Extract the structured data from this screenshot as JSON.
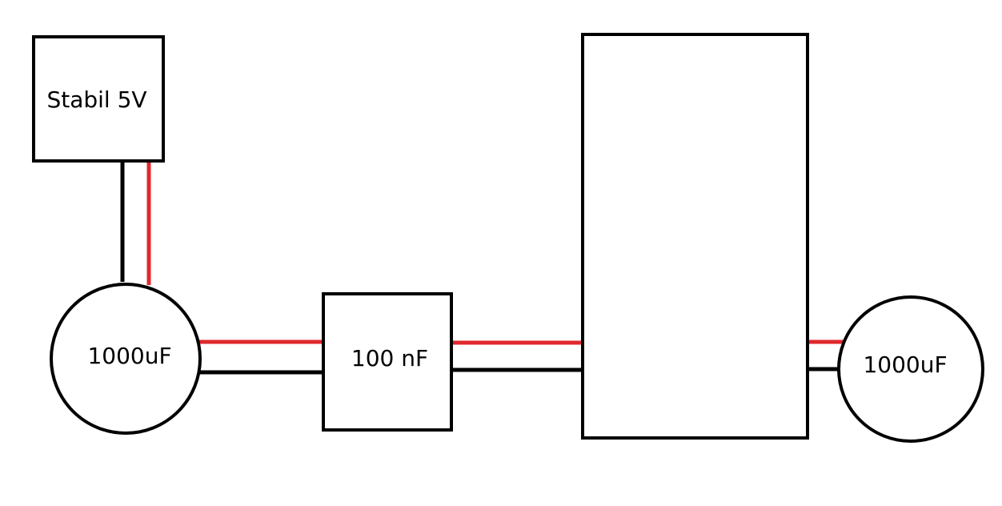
{
  "components": {
    "regulator": {
      "label": "Stabil 5V"
    },
    "capacitor_left": {
      "label": "1000uF"
    },
    "capacitor_small": {
      "label": "100 nF"
    },
    "load_block": {
      "label": ""
    },
    "capacitor_right": {
      "label": "1000uF"
    }
  },
  "colors": {
    "positive_wire": "#e0282e",
    "ground_wire": "#000000",
    "outline": "#000000",
    "background": "#ffffff"
  }
}
